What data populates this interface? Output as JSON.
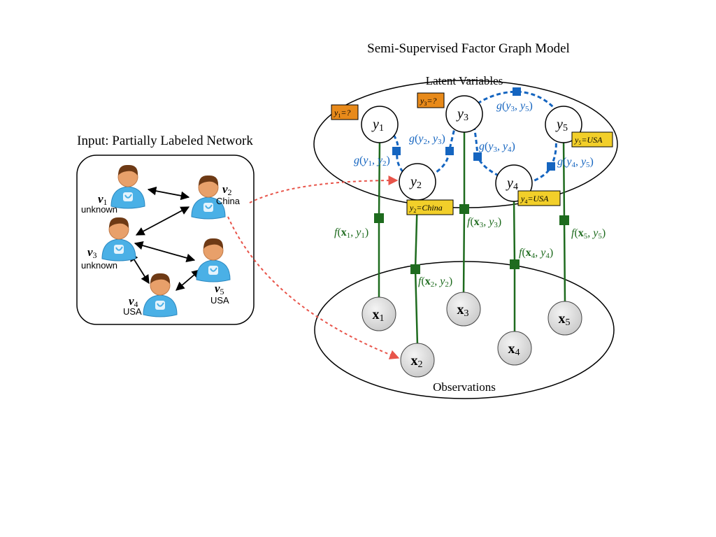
{
  "left_panel": {
    "title": "Input: Partially Labeled Network",
    "users": [
      {
        "id": "v1",
        "name": "v",
        "sub": "1",
        "label": "unknown"
      },
      {
        "id": "v2",
        "name": "v",
        "sub": "2",
        "label": "China"
      },
      {
        "id": "v3",
        "name": "v",
        "sub": "3",
        "label": "unknown"
      },
      {
        "id": "v4",
        "name": "v",
        "sub": "4",
        "label": "USA"
      },
      {
        "id": "v5",
        "name": "v",
        "sub": "5",
        "label": "USA"
      }
    ],
    "edges": [
      [
        "v1",
        "v2"
      ],
      [
        "v2",
        "v3"
      ],
      [
        "v3",
        "v5"
      ],
      [
        "v3",
        "v4"
      ],
      [
        "v4",
        "v5"
      ]
    ]
  },
  "right_panel": {
    "title": "Semi-Supervised Factor Graph Model",
    "latent_label": "Latent Variables",
    "observations_label": "Observations",
    "latent_nodes": [
      {
        "id": "y1",
        "var": "y",
        "sub": "1"
      },
      {
        "id": "y2",
        "var": "y",
        "sub": "2"
      },
      {
        "id": "y3",
        "var": "y",
        "sub": "3"
      },
      {
        "id": "y4",
        "var": "y",
        "sub": "4"
      },
      {
        "id": "y5",
        "var": "y",
        "sub": "5"
      }
    ],
    "observed_nodes": [
      {
        "id": "x1",
        "var": "x",
        "sub": "1"
      },
      {
        "id": "x2",
        "var": "x",
        "sub": "2"
      },
      {
        "id": "x3",
        "var": "x",
        "sub": "3"
      },
      {
        "id": "x4",
        "var": "x",
        "sub": "4"
      },
      {
        "id": "x5",
        "var": "x",
        "sub": "5"
      }
    ],
    "unknown_tags": [
      {
        "for": "y1",
        "var": "y",
        "sub": "1",
        "text": "=?"
      },
      {
        "for": "y3",
        "var": "y",
        "sub": "3",
        "text": "=?"
      }
    ],
    "known_tags": [
      {
        "for": "y2",
        "var": "y",
        "sub": "2",
        "text": "=China"
      },
      {
        "for": "y4",
        "var": "y",
        "sub": "4",
        "text": "=USA"
      },
      {
        "for": "y5",
        "var": "y",
        "sub": "5",
        "text": "=USA"
      }
    ],
    "g_factors": [
      {
        "between": [
          "y1",
          "y2"
        ],
        "a": "1",
        "b": "2"
      },
      {
        "between": [
          "y2",
          "y3"
        ],
        "a": "2",
        "b": "3"
      },
      {
        "between": [
          "y3",
          "y4"
        ],
        "a": "3",
        "b": "4"
      },
      {
        "between": [
          "y3",
          "y5"
        ],
        "a": "3",
        "b": "5"
      },
      {
        "between": [
          "y4",
          "y5"
        ],
        "a": "4",
        "b": "5"
      }
    ],
    "f_factors": [
      {
        "between": [
          "x1",
          "y1"
        ],
        "n": "1"
      },
      {
        "between": [
          "x2",
          "y2"
        ],
        "n": "2"
      },
      {
        "between": [
          "x3",
          "y3"
        ],
        "n": "3"
      },
      {
        "between": [
          "x4",
          "y4"
        ],
        "n": "4"
      },
      {
        "between": [
          "x5",
          "y5"
        ],
        "n": "5"
      }
    ]
  },
  "colors": {
    "blue": "#1565c0",
    "green": "#1e6b1e",
    "orange": "#e88a1a",
    "yellow": "#f2cf2a",
    "red": "#e8544a",
    "obs_fill": "#e0e0e0",
    "user_head": "#e8a06a",
    "user_hair": "#6e3a15",
    "user_body": "#4ab0e6"
  },
  "icons": [
    "user-icon",
    "bird-icon"
  ]
}
